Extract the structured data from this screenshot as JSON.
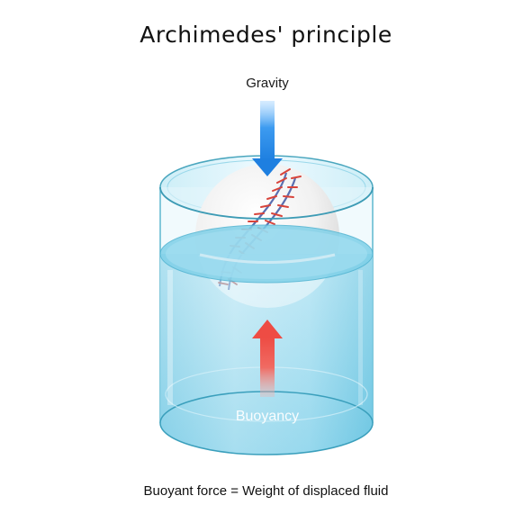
{
  "title": "Archimedes' principle",
  "gravity_label": "Gravity",
  "buoyancy_label": "Buoyancy",
  "caption": "Buoyant force = Weight of displaced fluid",
  "colors": {
    "gravity_arrow": "#2f8fe6",
    "buoyancy_arrow": "#ef5350",
    "water": "#5cc3e0",
    "glass_rim": "#3a8fa8",
    "ball": "#f2f2f2",
    "stitch_red": "#d8433a",
    "stitch_blue": "#5a6fb0"
  },
  "icons": {
    "gravity": "down-arrow-icon",
    "buoyancy": "up-arrow-icon",
    "object": "baseball-icon"
  }
}
